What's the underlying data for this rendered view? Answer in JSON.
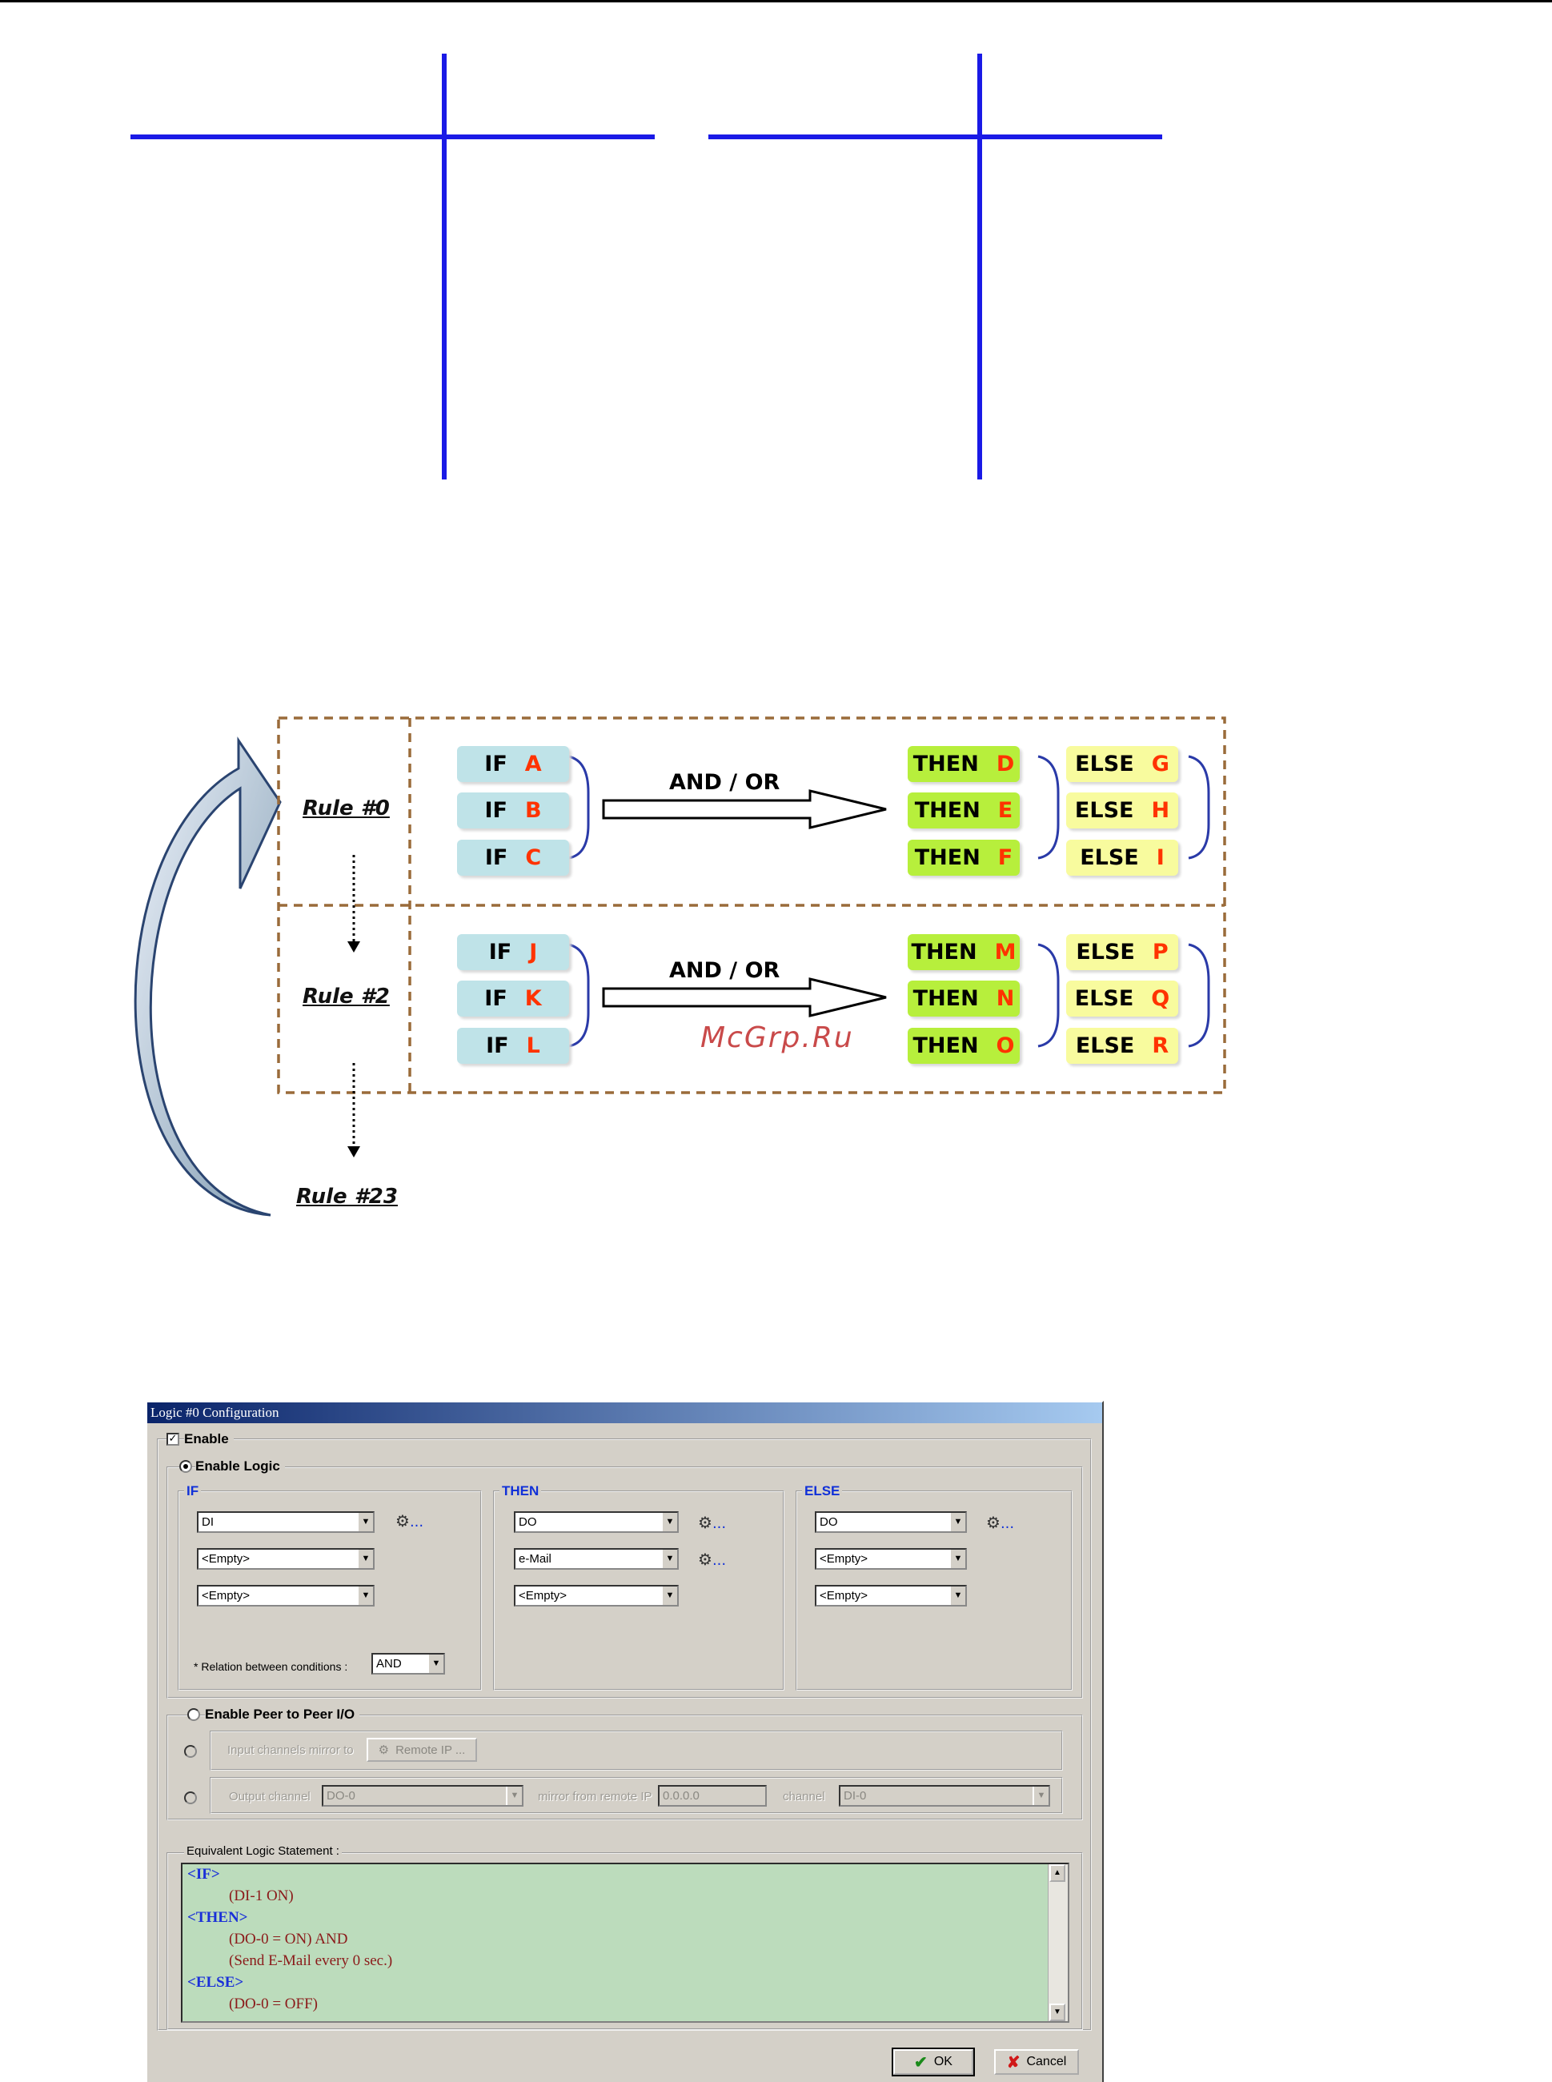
{
  "diagram": {
    "rules": [
      {
        "label": "Rule #0",
        "if": [
          {
            "kw": "IF",
            "var": "A"
          },
          {
            "kw": "IF",
            "var": "B"
          },
          {
            "kw": "IF",
            "var": "C"
          }
        ],
        "connector": "AND / OR",
        "then": [
          {
            "kw": "THEN",
            "var": "D"
          },
          {
            "kw": "THEN",
            "var": "E"
          },
          {
            "kw": "THEN",
            "var": "F"
          }
        ],
        "else": [
          {
            "kw": "ELSE",
            "var": "G"
          },
          {
            "kw": "ELSE",
            "var": "H"
          },
          {
            "kw": "ELSE",
            "var": "I"
          }
        ]
      },
      {
        "label": "Rule #2",
        "if": [
          {
            "kw": "IF",
            "var": "J"
          },
          {
            "kw": "IF",
            "var": "K"
          },
          {
            "kw": "IF",
            "var": "L"
          }
        ],
        "connector": "AND / OR",
        "then": [
          {
            "kw": "THEN",
            "var": "M"
          },
          {
            "kw": "THEN",
            "var": "N"
          },
          {
            "kw": "THEN",
            "var": "O"
          }
        ],
        "else": [
          {
            "kw": "ELSE",
            "var": "P"
          },
          {
            "kw": "ELSE",
            "var": "Q"
          },
          {
            "kw": "ELSE",
            "var": "R"
          }
        ]
      }
    ],
    "last_rule_label": "Rule #23",
    "watermark": "McGrp.Ru"
  },
  "dialog": {
    "title": "Logic #0 Configuration",
    "enable_label": "Enable",
    "enable_logic_label": "Enable Logic",
    "if_group": {
      "title": "IF",
      "combos": [
        "DI",
        "<Empty>",
        "<Empty>"
      ],
      "relation_label": "* Relation between conditions :",
      "relation_value": "AND"
    },
    "then_group": {
      "title": "THEN",
      "combos": [
        "DO",
        "e-Mail",
        "<Empty>"
      ]
    },
    "else_group": {
      "title": "ELSE",
      "combos": [
        "DO",
        "<Empty>",
        "<Empty>"
      ]
    },
    "tool_dots": "...",
    "peer": {
      "label": "Enable Peer to Peer I/O",
      "input_mirror_label": "Input channels mirror to",
      "remote_ip_button": "Remote IP ...",
      "output_channel_label": "Output channel",
      "output_channel_value": "DO-0",
      "mirror_from_label": "mirror from remote IP",
      "remote_ip_value": "0.0.0.0",
      "channel_label": "channel",
      "channel_value": "DI-0"
    },
    "statement": {
      "label": "Equivalent Logic Statement :",
      "lines": [
        {
          "text": "<IF>",
          "type": "kw"
        },
        {
          "text": "(DI-1 ON)",
          "type": "val"
        },
        {
          "text": "<THEN>",
          "type": "kw"
        },
        {
          "text": "(DO-0 = ON)  AND",
          "type": "val"
        },
        {
          "text": "(Send E-Mail every 0 sec.)",
          "type": "val"
        },
        {
          "text": "<ELSE>",
          "type": "kw"
        },
        {
          "text": "(DO-0 = OFF)",
          "type": "val"
        }
      ]
    },
    "ok_label": "OK",
    "cancel_label": "Cancel",
    "colors": {
      "title_bar": "#0a246a",
      "statement_bg": "#bcdcbc",
      "keyword": "#1a30d8",
      "value": "#8b1a1a"
    }
  }
}
